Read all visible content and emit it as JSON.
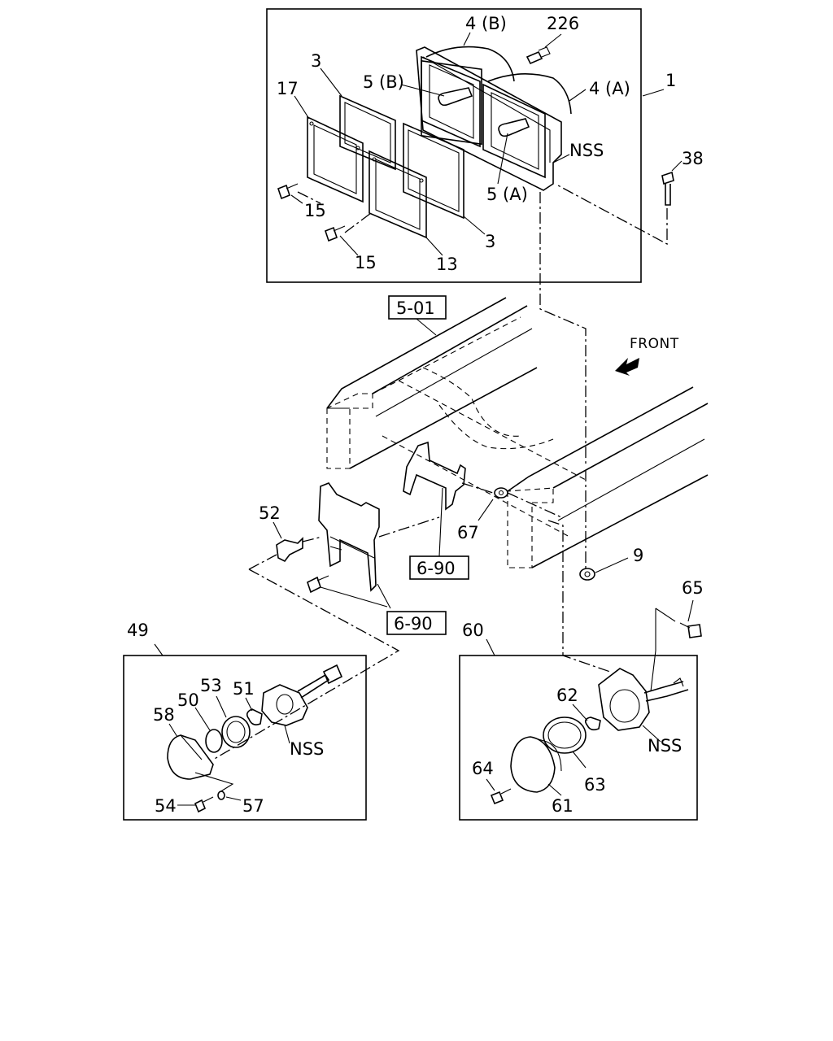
{
  "callouts": {
    "c1": "1",
    "c3a": "3",
    "c3b": "3",
    "c4a": "4 (A)",
    "c4b": "4 (B)",
    "c5a": "5 (A)",
    "c5b": "5 (B)",
    "c9": "9",
    "c13": "13",
    "c15a": "15",
    "c15b": "15",
    "c17": "17",
    "c38": "38",
    "c49": "49",
    "c50": "50",
    "c51": "51",
    "c52": "52",
    "c53": "53",
    "c54": "54",
    "c57": "57",
    "c58": "58",
    "c60": "60",
    "c61": "61",
    "c62": "62",
    "c63": "63",
    "c64": "64",
    "c65": "65",
    "c67": "67",
    "c226": "226",
    "nss1": "NSS",
    "nss2": "NSS",
    "nss3": "NSS"
  },
  "references": {
    "r501": "5-01",
    "r690a": "6-90",
    "r690b": "6-90"
  },
  "direction": {
    "front": "FRONT"
  }
}
